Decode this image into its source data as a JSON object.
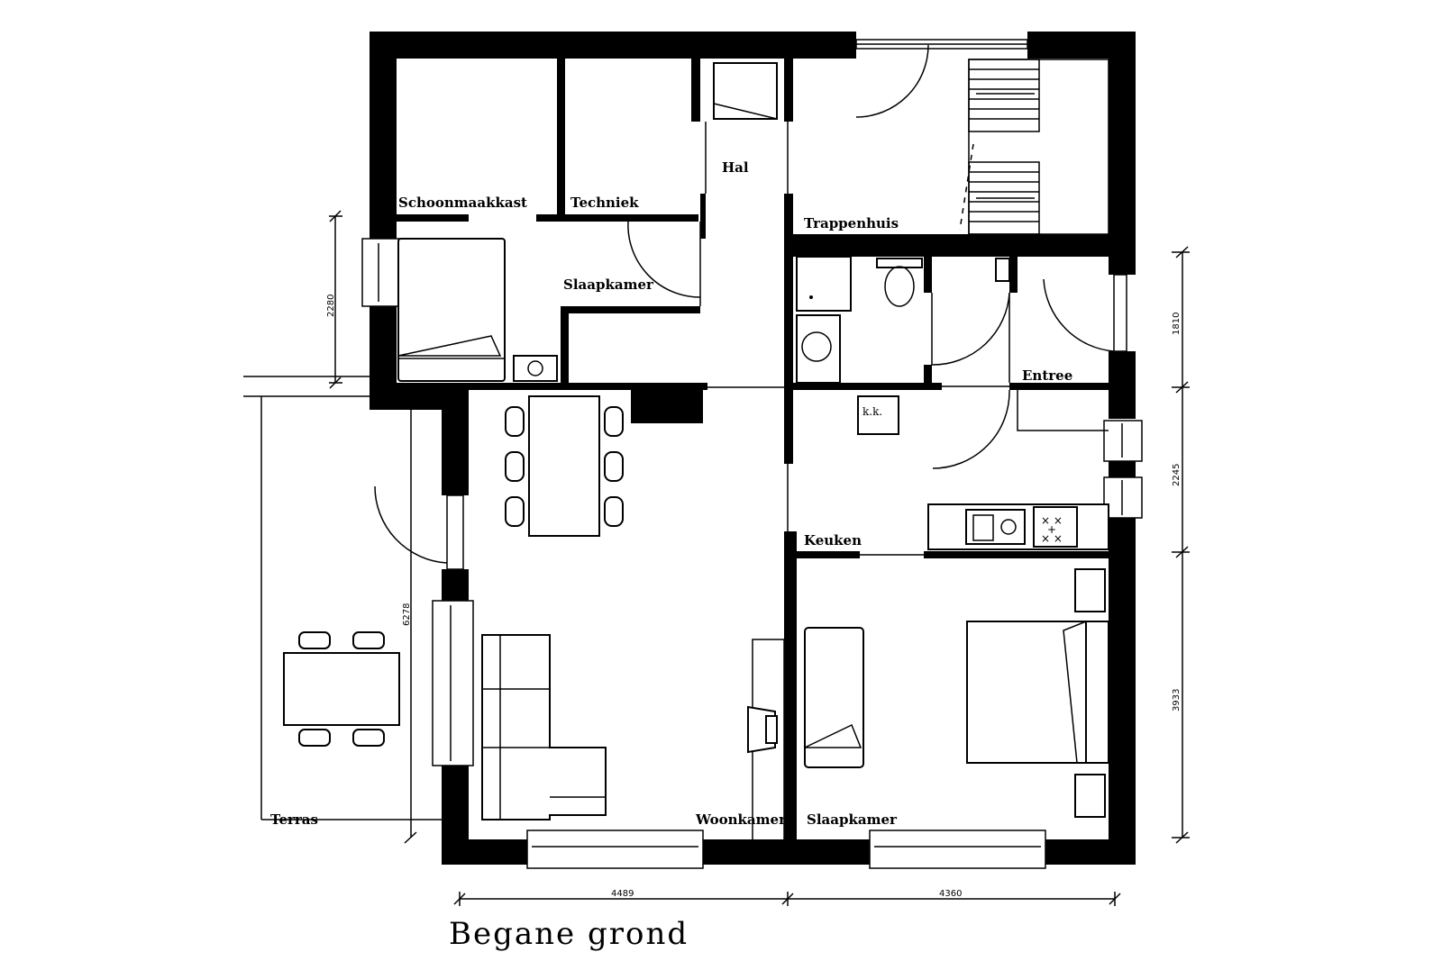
{
  "title": "Begane grond",
  "rooms": {
    "schoonmaakkast": "Schoonmaakkast",
    "techniek": "Techniek",
    "hal": "Hal",
    "trappenhuis": "Trappenhuis",
    "slaapkamer_1": "Slaapkamer",
    "entree": "Entree",
    "kk": "k.k.",
    "keuken": "Keuken",
    "terras": "Terras",
    "woonkamer": "Woonkamer",
    "slaapkamer_2": "Slaapkamer"
  },
  "dimensions": {
    "left_bedroom": "2280",
    "terrace": "6278",
    "right_top": "1810",
    "right_mid": "2245",
    "right_bottom": "3933",
    "bottom_left": "4489",
    "bottom_right": "4360"
  }
}
